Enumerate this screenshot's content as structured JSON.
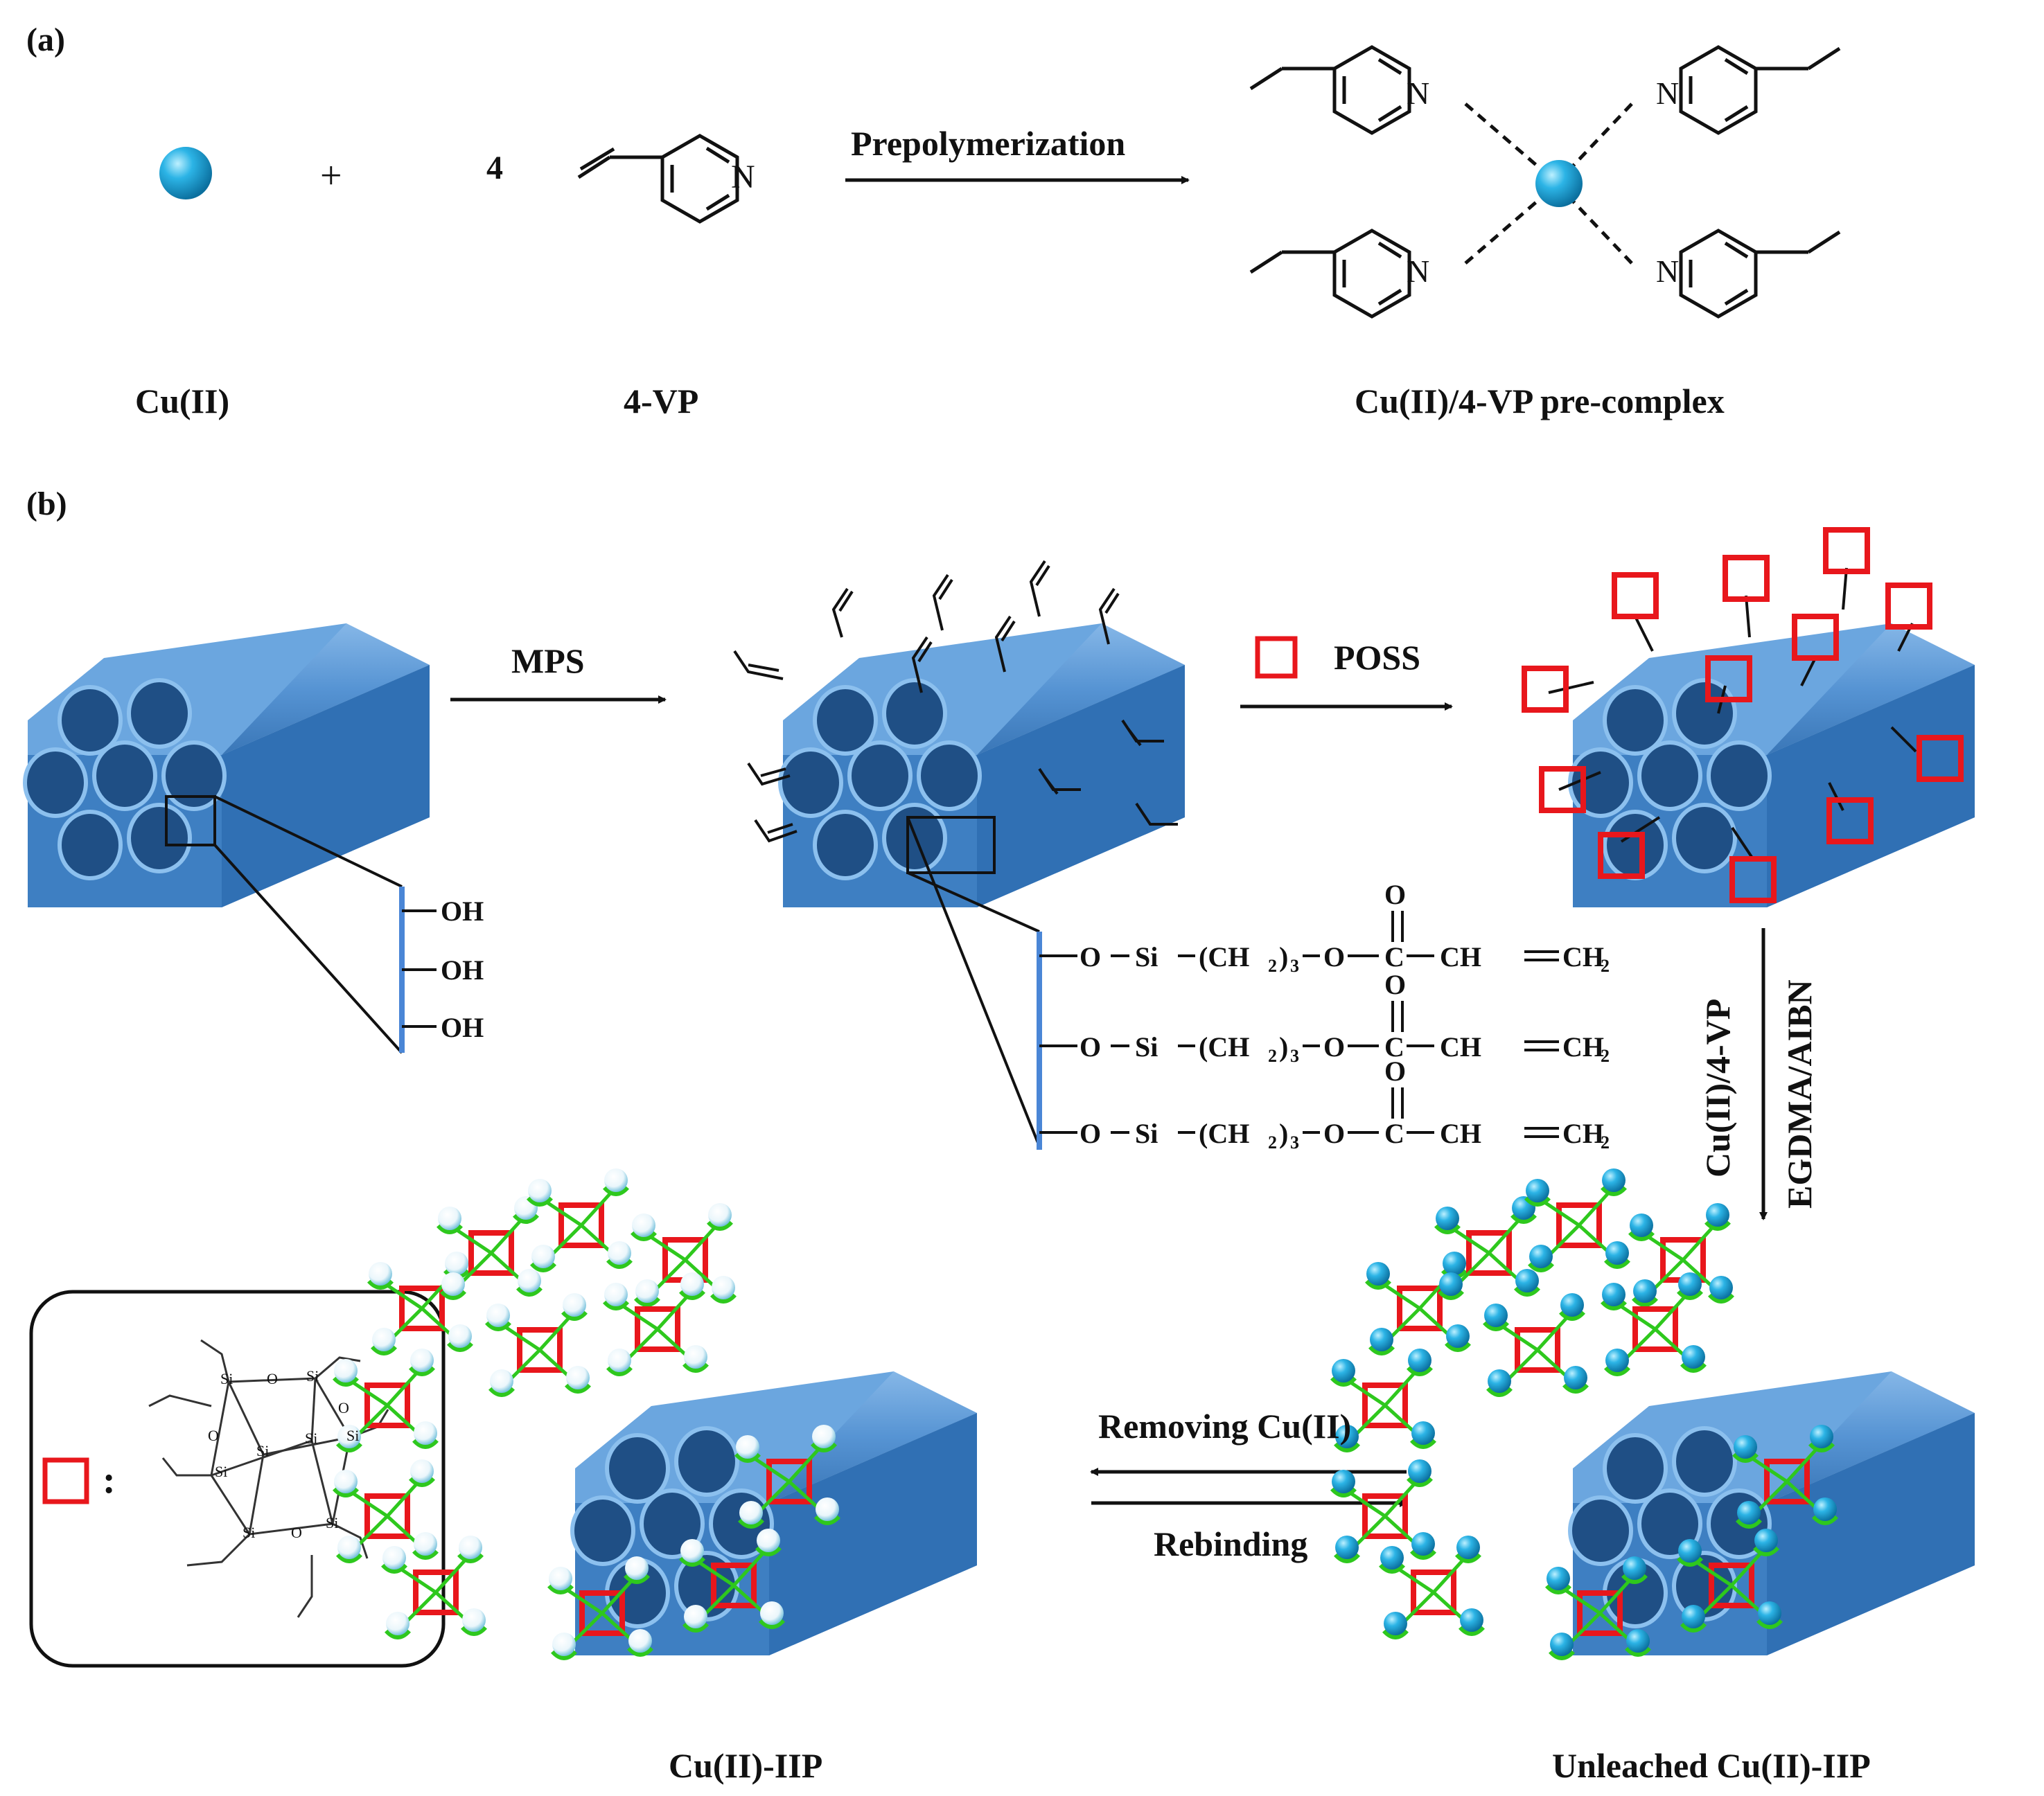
{
  "panel_a": {
    "label": "(a)",
    "plus": "+",
    "coefficient": "4",
    "arrow_label": "Prepolymerization",
    "nitrogen": "N",
    "captions": {
      "cu": "Cu(II)",
      "vp": "4-VP",
      "complex": "Cu(II)/4-VP pre-complex"
    }
  },
  "panel_b": {
    "label": "(b)",
    "arrow_mps": "MPS",
    "arrow_poss": "POSS",
    "vertical_left": "Cu(II)/4-VP",
    "vertical_right": "EGDMA/AIBN",
    "arrow_removing": "Removing Cu(II)",
    "arrow_rebinding": "Rebinding",
    "hydroxyl": [
      "OH",
      "OH",
      "OH"
    ],
    "silane_formula": {
      "o": "O",
      "si": "Si",
      "chain": "(CH",
      "sub2": "2",
      "sub3": "3",
      "close": ")",
      "carbon": "C",
      "vinyl": "CH",
      "vinyl_end": "CH"
    },
    "legend_colon": ":",
    "poss_atoms": {
      "si": "Si",
      "o": "O"
    },
    "captions": {
      "iip": "Cu(II)-IIP",
      "unleached": "Unleached Cu(II)-IIP"
    }
  },
  "colors": {
    "copper": "#1ea7de",
    "cylinder": "#4d8ed1",
    "cylinder_dark": "#1f4f85",
    "poss_box": "#e8171c",
    "linker": "#2ec81d",
    "surface_line": "#4a86d6"
  }
}
